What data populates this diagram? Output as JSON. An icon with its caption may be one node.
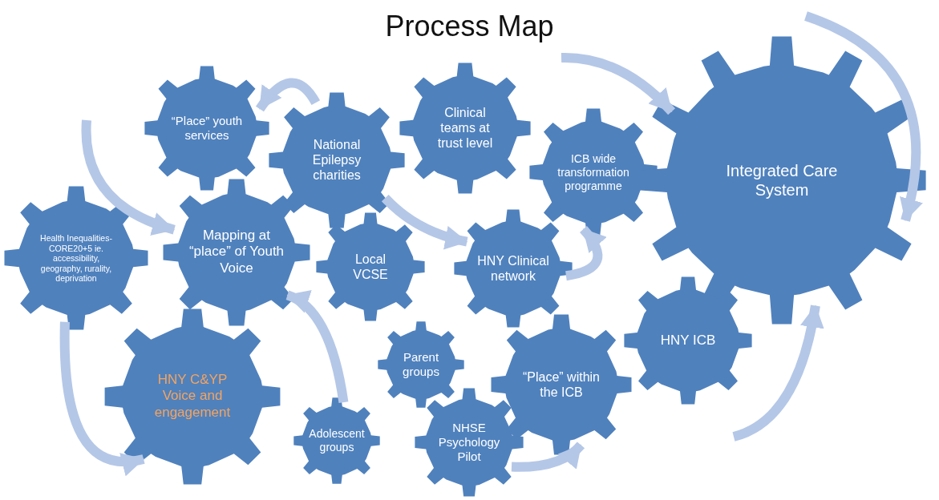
{
  "diagram": {
    "title": "Process Map",
    "nodes": [
      {
        "text": [
          "“Place” youth services"
        ]
      },
      {
        "text": [
          "National Epilepsy charities"
        ]
      },
      {
        "text": [
          "Clinical teams at trust level"
        ]
      },
      {
        "text": [
          "ICB wide transformation programme"
        ]
      },
      {
        "text": [
          "Integrated Care System"
        ]
      },
      {
        "text": [
          "Health Inequalities- CORE20+5 ie. accessibility, geography, rurality, deprivation"
        ]
      },
      {
        "text": [
          "Mapping at “place” of Youth Voice"
        ]
      },
      {
        "text": [
          "Local VCSE"
        ]
      },
      {
        "text": [
          "HNY Clinical network"
        ]
      },
      {
        "text": [
          "HNY ICB"
        ]
      },
      {
        "text": [
          "HNY C&YP Voice and engagement"
        ]
      },
      {
        "text": [
          "Parent groups"
        ]
      },
      {
        "text": [
          "“Place” within the ICB"
        ]
      },
      {
        "text": [
          "Adolescent groups"
        ]
      },
      {
        "text": [
          "NHSE Psychology Pilot"
        ]
      }
    ],
    "edges": [
      {
        "from": 1,
        "to": 0,
        "arrow": "to"
      },
      {
        "from": null,
        "to": 4,
        "arrow": "to"
      },
      {
        "from": null,
        "to": 4,
        "arrow": "to"
      },
      {
        "from": null,
        "to": 6,
        "arrow": "to"
      },
      {
        "from": 1,
        "to": 8,
        "arrow": "to"
      },
      {
        "from": 8,
        "to": 3,
        "arrow": "to"
      },
      {
        "from": 13,
        "to": 6,
        "arrow": "to"
      },
      {
        "from": 5,
        "to": 10,
        "arrow": "to"
      },
      {
        "from": 14,
        "to": 12,
        "arrow": "to"
      },
      {
        "from": null,
        "to": 4,
        "arrow": "to"
      }
    ]
  }
}
